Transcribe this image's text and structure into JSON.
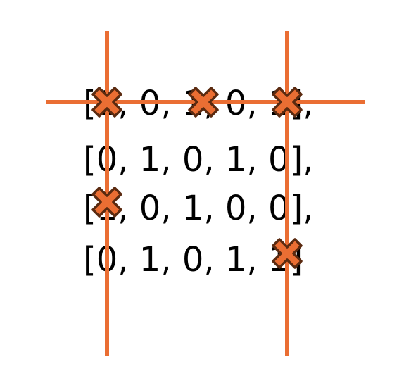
{
  "matrix": {
    "rows": [
      "[1, 0, 1, 0, 1],",
      "[0, 1, 0, 1, 0],",
      "[1, 0, 1, 0, 0],",
      "[0, 1, 0, 1, 1]"
    ]
  },
  "colors": {
    "line": "#EA6E33",
    "marker_fill": "#EA6E33",
    "marker_stroke": "#5A2A10",
    "text": "#000000"
  },
  "cover_lines": {
    "rows": [
      0
    ],
    "columns": [
      0,
      4
    ]
  },
  "markers": [
    {
      "row": 0,
      "col": 0,
      "icon": "x-mark-icon"
    },
    {
      "row": 0,
      "col": 2,
      "icon": "x-mark-icon"
    },
    {
      "row": 0,
      "col": 4,
      "icon": "x-mark-icon"
    },
    {
      "row": 2,
      "col": 0,
      "icon": "x-mark-icon"
    },
    {
      "row": 3,
      "col": 4,
      "icon": "x-mark-icon"
    }
  ]
}
